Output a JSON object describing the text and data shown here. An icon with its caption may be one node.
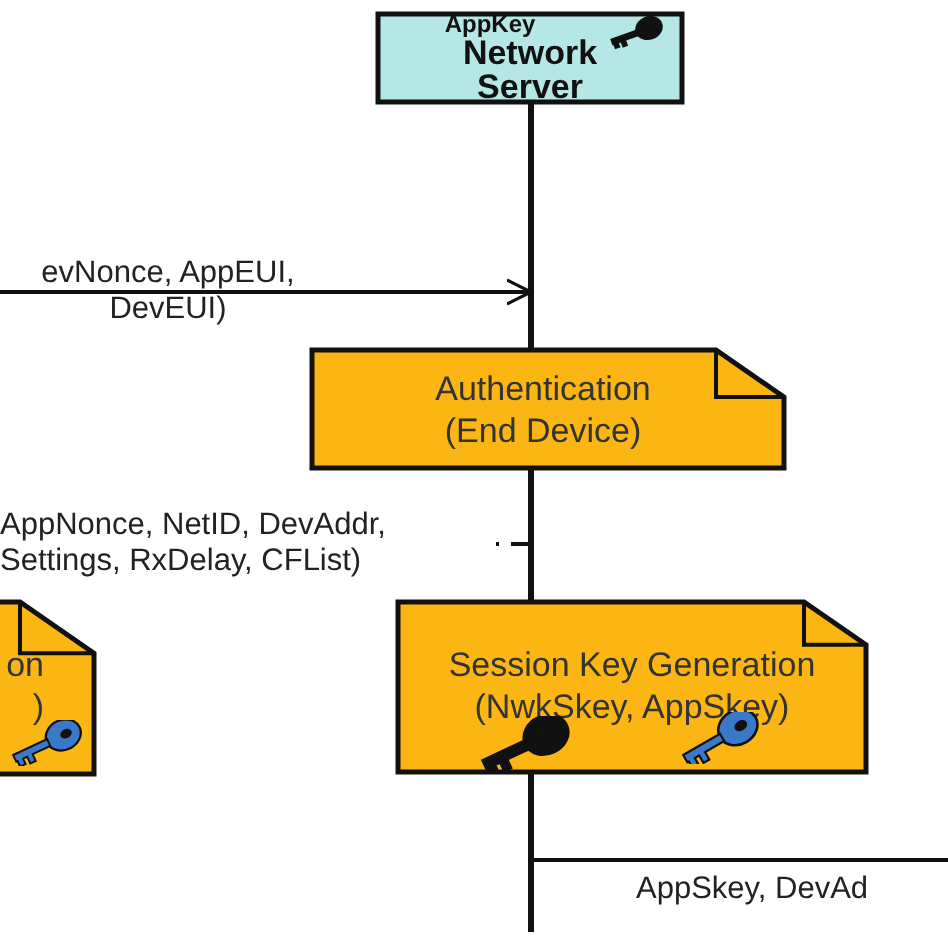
{
  "diagram": {
    "nodes": [
      {
        "text": [
          "AppKey",
          "Network Server"
        ]
      },
      {
        "text": [
          "Authentication (End Device)"
        ]
      },
      {
        "text": [
          "on )"
        ]
      },
      {
        "text": [
          "Session Key Generation (NwkSkey, AppSkey)"
        ]
      },
      {
        "text": [],
        "shape": "line"
      }
    ],
    "edges": [
      {
        "from": null,
        "to": 4,
        "arrow": "to",
        "label": "evNonce, AppEUI, DevEUI)"
      },
      {
        "from": 4,
        "to": null,
        "arrow": "none",
        "style": "dashed",
        "label": "AppNonce, NetID, DevAddr, Settings, RxDelay, CFList)"
      },
      {
        "from": 4,
        "to": null,
        "arrow": "none",
        "label": "AppSkey, DevAd"
      }
    ]
  }
}
